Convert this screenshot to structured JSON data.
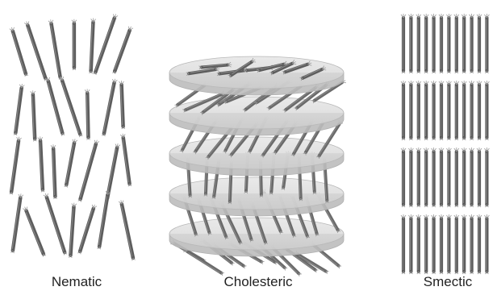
{
  "panels": [
    {
      "id": "nematic",
      "label": "Nematic"
    },
    {
      "id": "cholesteric",
      "label": "Cholesteric"
    },
    {
      "id": "smectic",
      "label": "Smectic"
    }
  ],
  "colors": {
    "rod": "#5d5d5d",
    "rod_light": "#8a8a8a",
    "disk_fill": "#d9d9d9",
    "disk_edge": "#bdbdbd",
    "caption": "#222222"
  },
  "smectic": {
    "layers": 4,
    "rods_per_layer": 12
  },
  "cholesteric": {
    "disks": 5
  }
}
